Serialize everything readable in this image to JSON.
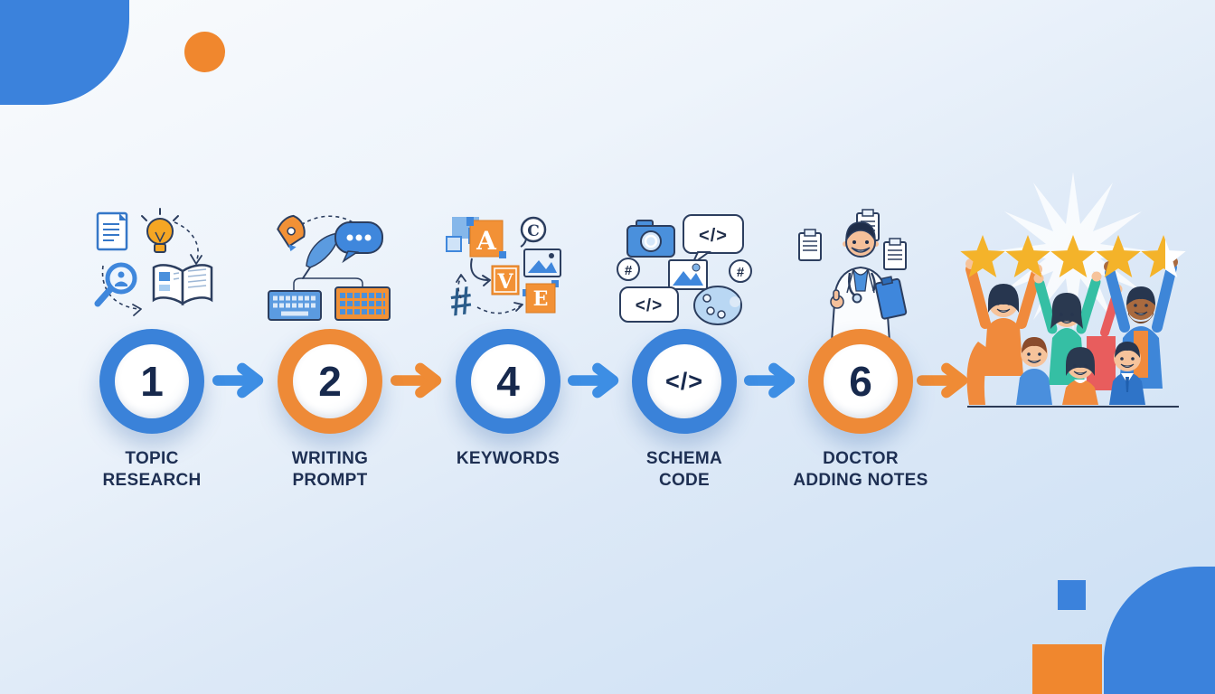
{
  "page": {
    "type": "process-flow-infographic"
  },
  "steps": [
    {
      "symbol": "1",
      "label_line1": "TOPIC",
      "label_line2": "RESEARCH",
      "ring": "#3a82d9",
      "icon": "topic-research-illustration"
    },
    {
      "symbol": "2",
      "label_line1": "WRITING",
      "label_line2": "PROMPT",
      "ring": "#ee8a37",
      "icon": "writing-prompt-illustration"
    },
    {
      "symbol": "4",
      "label_line1": "KEYWORDS",
      "label_line2": "",
      "ring": "#3a82d9",
      "icon": "keywords-illustration"
    },
    {
      "symbol": "</>",
      "label_line1": "SCHEMA",
      "label_line2": "CODE",
      "ring": "#3a82d9",
      "icon": "schema-code-illustration"
    },
    {
      "symbol": "6",
      "label_line1": "DOCTOR",
      "label_line2": "ADDING NOTES",
      "ring": "#ee8a37",
      "icon": "doctor-adding-notes-illustration"
    }
  ],
  "arrows": [
    {
      "color": "#3d8ee4"
    },
    {
      "color": "#ef8b35"
    },
    {
      "color": "#3d8ee4"
    },
    {
      "color": "#3d8ee4"
    },
    {
      "color": "#ef8b35"
    }
  ],
  "result": {
    "icon": "celebrating-people-illustration",
    "stars_total": 5,
    "stars_filled": 4.5
  },
  "colors": {
    "background_top": "#f9fbfd",
    "background_bottom": "#cbdff4",
    "blue": "#3b82dc",
    "orange": "#f0872e",
    "navy_text": "#1e2f52",
    "star_gold": "#f4b32a"
  }
}
